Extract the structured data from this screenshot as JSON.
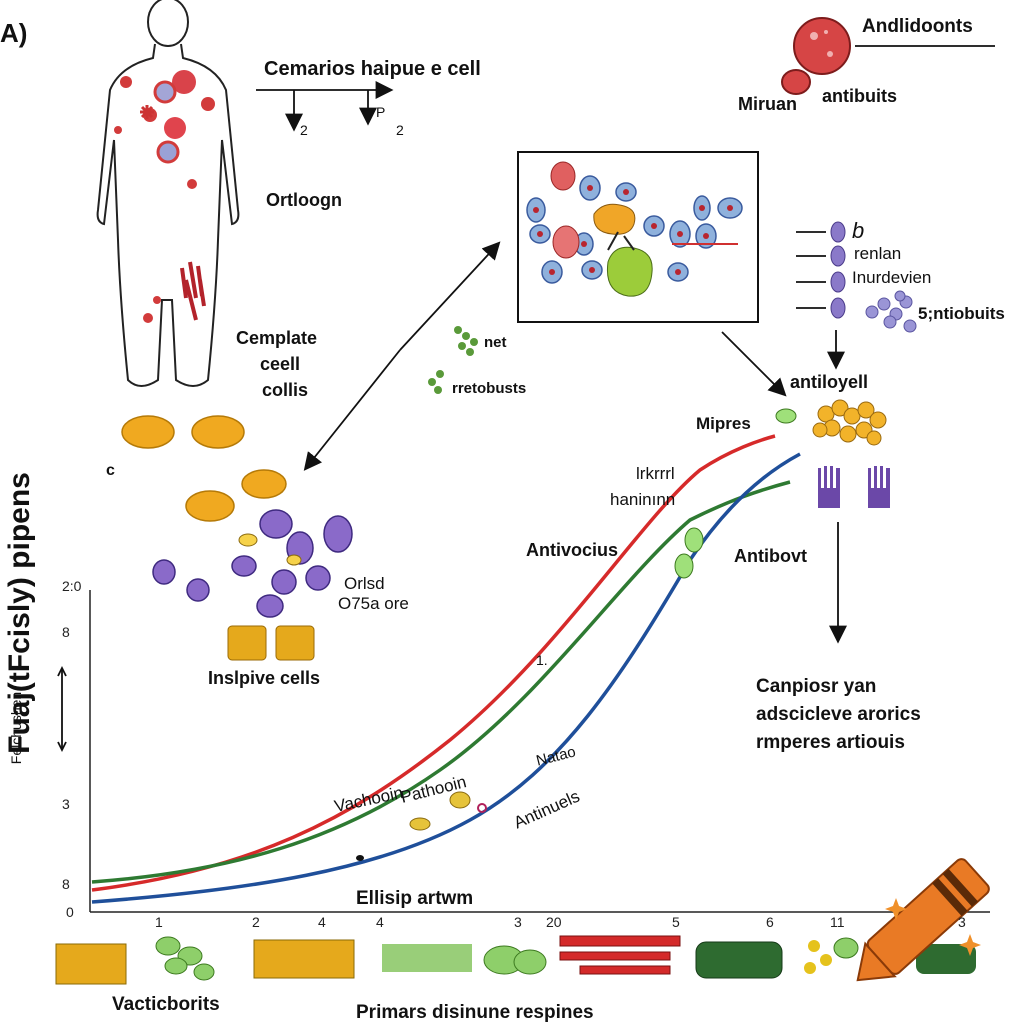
{
  "panel_label": "A)",
  "top_header": {
    "antibodies_title": "Andlidoonts",
    "miruan": "Miruan",
    "antibuits": "antibuits"
  },
  "cascade": {
    "title": "Cemarios haipue e cell",
    "arrow1": "2",
    "arrow2_p": "P",
    "arrow2_num": "2"
  },
  "body_figure": {
    "label_organ": "Ortloogn",
    "label_template": [
      "Cemplate",
      "ceell",
      "collis"
    ]
  },
  "cells": {
    "c_label": "c",
    "net": "net",
    "retrobusts": "rretobusts",
    "orlsd": [
      "Orlsd",
      "O75а ore"
    ],
    "inspive": "Inslpive cells"
  },
  "right_panel": {
    "b_label": "b",
    "items": [
      "renlan",
      "Inurdevien",
      "5;ntiobuits"
    ],
    "antiloyell": "antiloyеll",
    "mipres": "Mipres",
    "lrkrrrl": "lrkrrrl",
    "haninn": "haninınn",
    "antibovt": "Antibovt",
    "campiosr": [
      "Canpiosr yan",
      "adscicleve arorics",
      "rmperes artiouis"
    ]
  },
  "chart_labels": {
    "antivocius": "Antivocius",
    "one": "1.",
    "vachooin": "Vachooin",
    "pathooin": "Pathooin",
    "natao": "Natao",
    "antinuels": "Antinuels",
    "ellisip": "Ellisip artwm"
  },
  "axes": {
    "y_title": "Fuaj(tFcisly) pipens",
    "y_sub": "Felchushen",
    "y_ticks": [
      "2:0",
      "8",
      "3",
      "8",
      "0"
    ],
    "x_ticks": [
      "1",
      "2",
      "4",
      "4",
      "3",
      "20",
      "5",
      "6",
      "11",
      "3"
    ]
  },
  "bottom": {
    "vacticborits": "Vacticborits",
    "title": "Primars disinune respines"
  },
  "colors": {
    "red_curve": "#d62a2a",
    "green_curve": "#2e7a32",
    "blue_curve": "#1f4f9a",
    "purple_cell": "#7b5cb8",
    "yellow_cell": "#e8a81c",
    "green_cell": "#7fc257",
    "crayon": "#e97a25"
  }
}
